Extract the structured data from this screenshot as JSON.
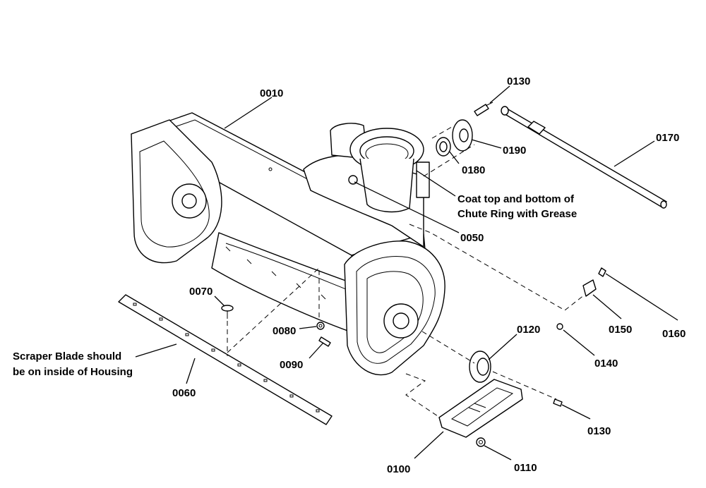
{
  "callouts": {
    "p0010": "0010",
    "p0130_top": "0130",
    "p0170": "0170",
    "p0190": "0190",
    "p0180": "0180",
    "p0050": "0050",
    "p0070": "0070",
    "p0080": "0080",
    "p0090": "0090",
    "p0060": "0060",
    "p0120": "0120",
    "p0150": "0150",
    "p0160": "0160",
    "p0140": "0140",
    "p0130_bottom": "0130",
    "p0100": "0100",
    "p0110": "0110"
  },
  "notes": {
    "chute_line1": "Coat top and bottom of",
    "chute_line2": "Chute Ring with Grease",
    "scraper_line1": "Scraper Blade should",
    "scraper_line2": "be on inside of Housing"
  },
  "colors": {
    "line": "#000000",
    "background": "#ffffff"
  }
}
